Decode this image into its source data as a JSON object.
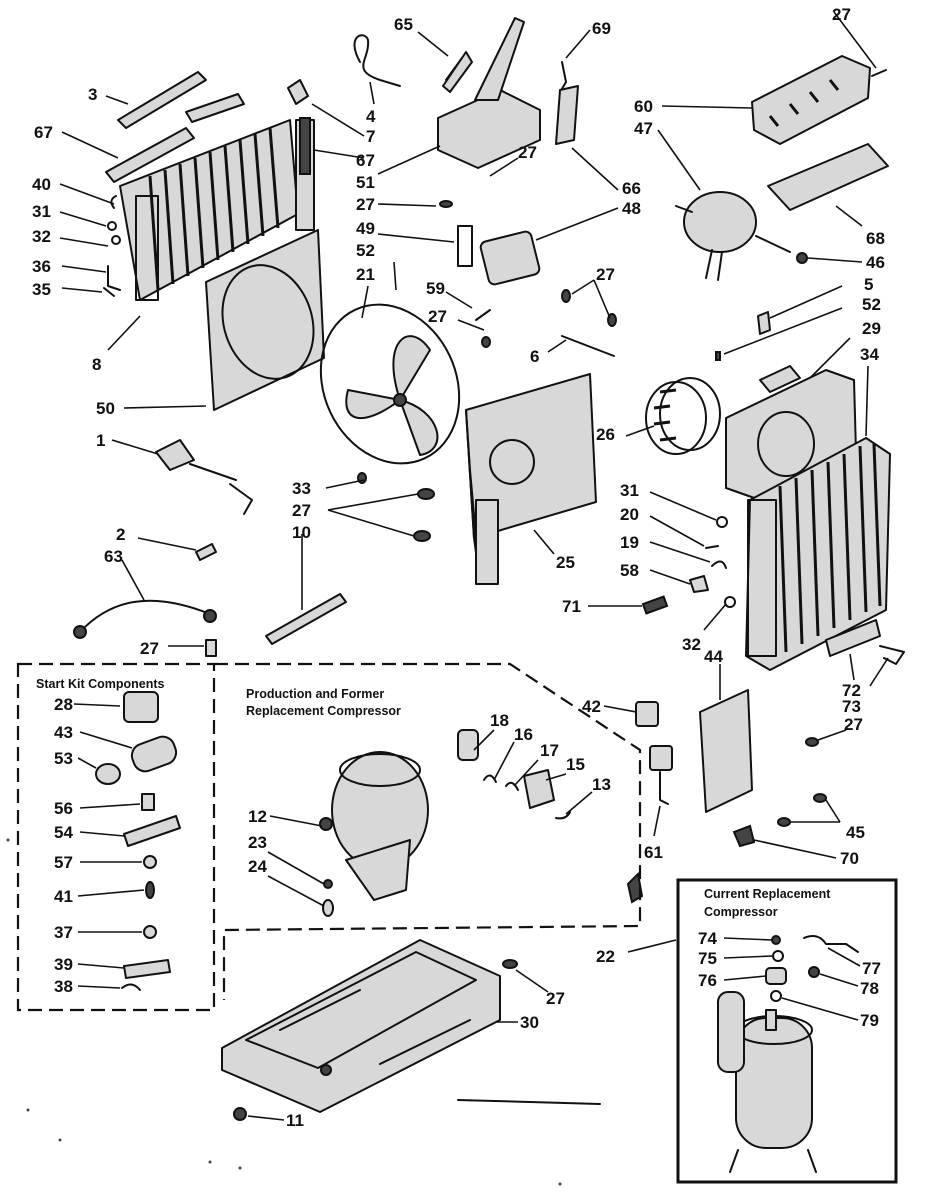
{
  "diagram": {
    "boxes": {
      "start_kit_title": "Start Kit Components",
      "production_title_line1": "Production and Former",
      "production_title_line2": "Replacement Compressor",
      "current_title_line1": "Current Replacement",
      "current_title_line2": "Compressor"
    },
    "callouts": [
      {
        "id": "c3",
        "text": "3"
      },
      {
        "id": "c67a",
        "text": "67"
      },
      {
        "id": "c40",
        "text": "40"
      },
      {
        "id": "c31a",
        "text": "31"
      },
      {
        "id": "c32a",
        "text": "32"
      },
      {
        "id": "c36",
        "text": "36"
      },
      {
        "id": "c35",
        "text": "35"
      },
      {
        "id": "c8",
        "text": "8"
      },
      {
        "id": "c4",
        "text": "4"
      },
      {
        "id": "c7",
        "text": "7"
      },
      {
        "id": "c67b",
        "text": "67"
      },
      {
        "id": "c51",
        "text": "51"
      },
      {
        "id": "c27a",
        "text": "27"
      },
      {
        "id": "c49",
        "text": "49"
      },
      {
        "id": "c52a",
        "text": "52"
      },
      {
        "id": "c21",
        "text": "21"
      },
      {
        "id": "c65",
        "text": "65"
      },
      {
        "id": "c69",
        "text": "69"
      },
      {
        "id": "c27b",
        "text": "27"
      },
      {
        "id": "c66",
        "text": "66"
      },
      {
        "id": "c48",
        "text": "48"
      },
      {
        "id": "c59",
        "text": "59"
      },
      {
        "id": "c27c",
        "text": "27"
      },
      {
        "id": "c27d",
        "text": "27"
      },
      {
        "id": "c6",
        "text": "6"
      },
      {
        "id": "c27e",
        "text": "27"
      },
      {
        "id": "c60",
        "text": "60"
      },
      {
        "id": "c47",
        "text": "47"
      },
      {
        "id": "c68",
        "text": "68"
      },
      {
        "id": "c46",
        "text": "46"
      },
      {
        "id": "c5",
        "text": "5"
      },
      {
        "id": "c52b",
        "text": "52"
      },
      {
        "id": "c29",
        "text": "29"
      },
      {
        "id": "c34",
        "text": "34"
      },
      {
        "id": "c50",
        "text": "50"
      },
      {
        "id": "c1",
        "text": "1"
      },
      {
        "id": "c33",
        "text": "33"
      },
      {
        "id": "c27f",
        "text": "27"
      },
      {
        "id": "c10",
        "text": "10"
      },
      {
        "id": "c26",
        "text": "26"
      },
      {
        "id": "c31b",
        "text": "31"
      },
      {
        "id": "c20",
        "text": "20"
      },
      {
        "id": "c19",
        "text": "19"
      },
      {
        "id": "c58",
        "text": "58"
      },
      {
        "id": "c25",
        "text": "25"
      },
      {
        "id": "c71",
        "text": "71"
      },
      {
        "id": "c32b",
        "text": "32"
      },
      {
        "id": "c2",
        "text": "2"
      },
      {
        "id": "c63",
        "text": "63"
      },
      {
        "id": "c27g",
        "text": "27"
      },
      {
        "id": "c72",
        "text": "72"
      },
      {
        "id": "c73",
        "text": "73"
      },
      {
        "id": "c27h",
        "text": "27"
      },
      {
        "id": "c44",
        "text": "44"
      },
      {
        "id": "c42",
        "text": "42"
      },
      {
        "id": "c28",
        "text": "28"
      },
      {
        "id": "c43",
        "text": "43"
      },
      {
        "id": "c53",
        "text": "53"
      },
      {
        "id": "c56",
        "text": "56"
      },
      {
        "id": "c54",
        "text": "54"
      },
      {
        "id": "c57",
        "text": "57"
      },
      {
        "id": "c41",
        "text": "41"
      },
      {
        "id": "c37",
        "text": "37"
      },
      {
        "id": "c39",
        "text": "39"
      },
      {
        "id": "c38",
        "text": "38"
      },
      {
        "id": "c18",
        "text": "18"
      },
      {
        "id": "c16",
        "text": "16"
      },
      {
        "id": "c17",
        "text": "17"
      },
      {
        "id": "c15",
        "text": "15"
      },
      {
        "id": "c13",
        "text": "13"
      },
      {
        "id": "c12",
        "text": "12"
      },
      {
        "id": "c23",
        "text": "23"
      },
      {
        "id": "c24",
        "text": "24"
      },
      {
        "id": "c61",
        "text": "61"
      },
      {
        "id": "c45",
        "text": "45"
      },
      {
        "id": "c70",
        "text": "70"
      },
      {
        "id": "c22",
        "text": "22"
      },
      {
        "id": "c27i",
        "text": "27"
      },
      {
        "id": "c30",
        "text": "30"
      },
      {
        "id": "c11",
        "text": "11"
      },
      {
        "id": "c74",
        "text": "74"
      },
      {
        "id": "c75",
        "text": "75"
      },
      {
        "id": "c76",
        "text": "76"
      },
      {
        "id": "c77",
        "text": "77"
      },
      {
        "id": "c78",
        "text": "78"
      },
      {
        "id": "c79",
        "text": "79"
      }
    ]
  }
}
